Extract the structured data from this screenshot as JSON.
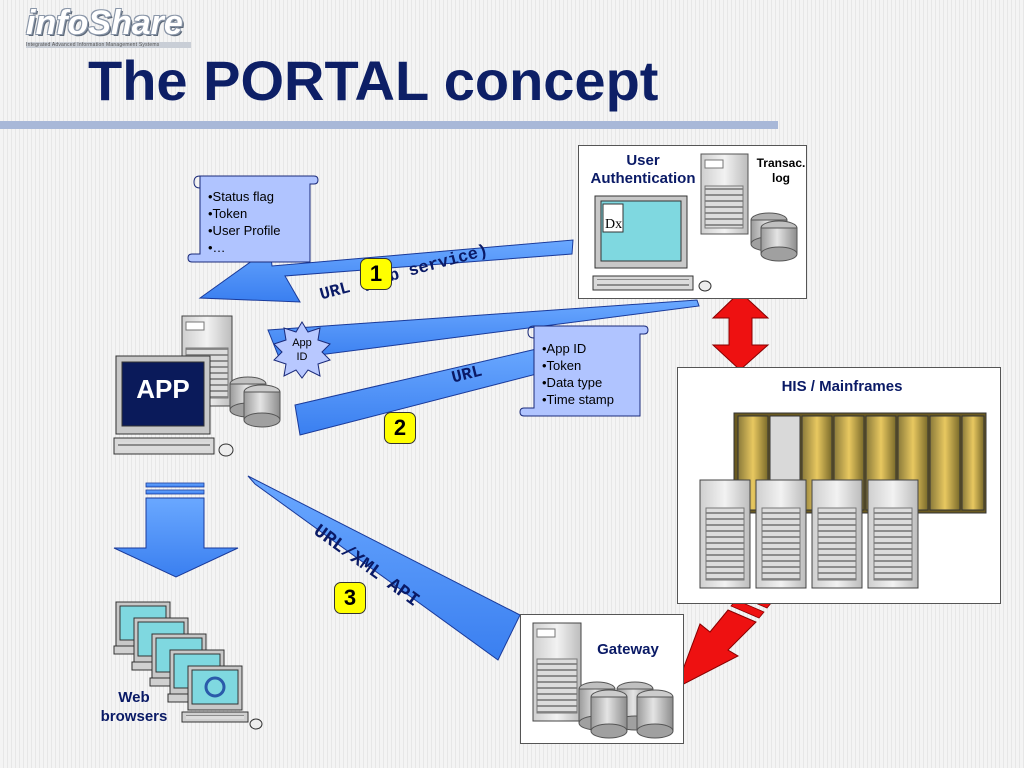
{
  "logo": {
    "word": "infoShare",
    "tagline": "Integrated Advanced Information Management Systems"
  },
  "title": "The PORTAL concept",
  "auth": {
    "label": "User Authentication",
    "log_label": "Transac. log",
    "screen_glyph": "Dx"
  },
  "his": {
    "label": "HIS / Mainframes"
  },
  "gateway": {
    "label": "Gateway"
  },
  "app": {
    "label": "APP",
    "badge": "App ID"
  },
  "browsers": {
    "label": "Web browsers"
  },
  "note_top": {
    "items": [
      "•Status flag",
      "•Token",
      "•User Profile",
      "•…"
    ]
  },
  "note_mid": {
    "items": [
      "•App ID",
      "•Token",
      "•Data type",
      "•Time stamp"
    ]
  },
  "arrows": {
    "a1": "URL (web service)",
    "a2": "URL",
    "a3": "URL/XML  API"
  },
  "steps": [
    "1",
    "2",
    "3"
  ],
  "colors": {
    "arrow_blue": "#4a90f5",
    "title_navy": "#0d1f66",
    "step_yellow": "#ffff00",
    "red_arrow": "#ee1111"
  }
}
